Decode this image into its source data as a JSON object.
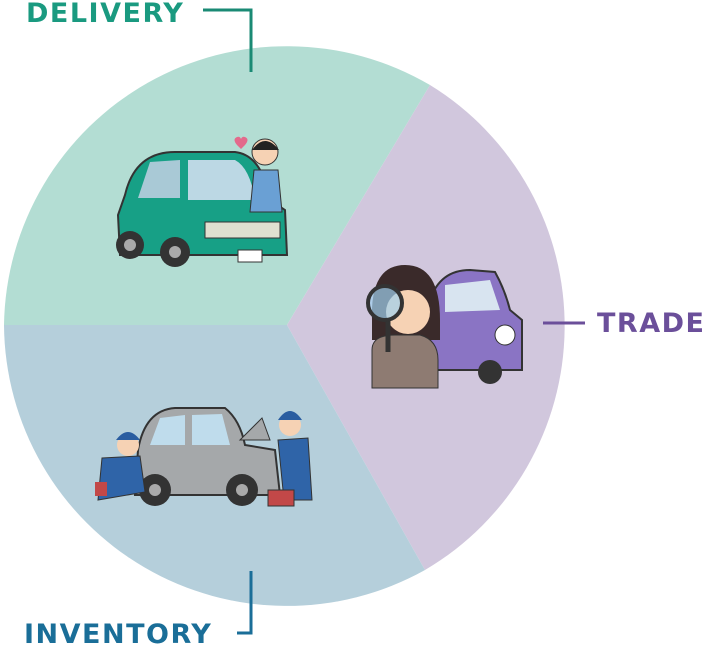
{
  "segments": [
    {
      "label": "DELIVERY",
      "color": "#b3ddd3",
      "label_color": "#1a9a80"
    },
    {
      "label": "TRADE",
      "color": "#d1c7dd",
      "label_color": "#6b4f9a"
    },
    {
      "label": "INVENTORY",
      "color": "#b5cfdb",
      "label_color": "#1a6e98"
    }
  ]
}
